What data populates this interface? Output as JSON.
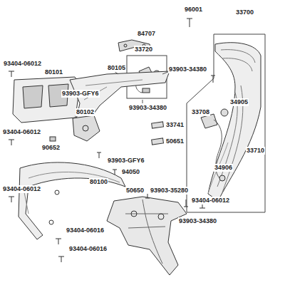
{
  "diagram": {
    "labels": [
      "96001",
      "33700",
      "84707",
      "33720",
      "93404-06012",
      "80101",
      "80105",
      "93903-GFY6",
      "93903-34380",
      "93903-34380",
      "34905",
      "80102",
      "33708",
      "33741",
      "33710",
      "34906",
      "93404-06012",
      "90652",
      "50651",
      "93903-GFY6",
      "94050",
      "93903-34380",
      "80100",
      "50650",
      "93903-35280",
      "93404-06012",
      "93404-06012",
      "93404-06016",
      "93404-06016"
    ]
  }
}
